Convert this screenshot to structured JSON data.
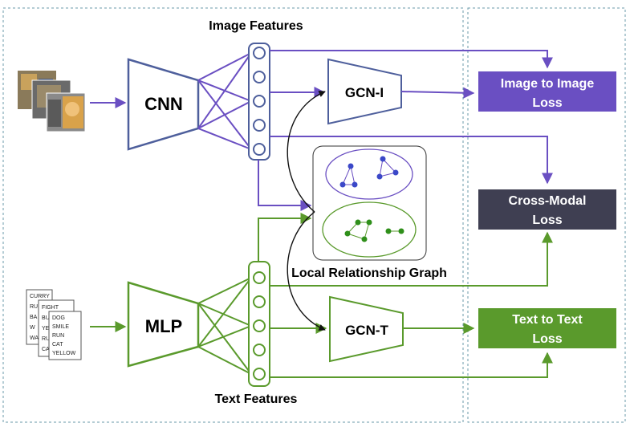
{
  "labels": {
    "image_features": "Image Features",
    "text_features": "Text Features",
    "cnn": "CNN",
    "mlp": "MLP",
    "gcn_i": "GCN-I",
    "gcn_t": "GCN-T",
    "local_graph": "Local Relationship Graph"
  },
  "losses": {
    "image_loss": [
      "Image to Image",
      "Loss"
    ],
    "cross_loss": [
      "Cross-Modal",
      "Loss"
    ],
    "text_loss": [
      "Text to Text",
      "Loss"
    ]
  },
  "text_cards": {
    "card1": [
      "CURRY",
      "RU",
      "BA",
      "W",
      "WA"
    ],
    "card2": [
      "FIGHT",
      "BU",
      "YE",
      "RU",
      "CA"
    ],
    "card3": [
      "DOG",
      "SMILE",
      "RUN",
      "CAT",
      "YELLOW"
    ]
  },
  "colors": {
    "purple": "#6a4fc2",
    "green": "#5a9a2c",
    "cnn_stroke": "#4e5f9c",
    "dark_box": "#3f3f52",
    "dashed": "#6a9aa8"
  }
}
